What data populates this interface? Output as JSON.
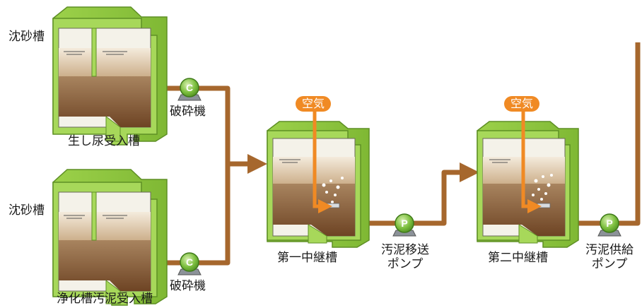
{
  "labels": {
    "sand_tank_1": "沈砂槽",
    "sand_tank_2": "沈砂槽",
    "tank_raw": "生し尿受入槽",
    "tank_septic": "浄化槽汚泥受入槽",
    "crusher_1": "破砕機",
    "crusher_2": "破砕機",
    "relay_1": "第一中継槽",
    "relay_2": "第二中継槽",
    "pump_transfer_l1": "汚泥移送",
    "pump_transfer_l2": "ポンプ",
    "pump_supply_l1": "汚泥供給",
    "pump_supply_l2": "ポンプ",
    "air_1": "空気",
    "air_2": "空気"
  },
  "pump_letters": {
    "crusher": "C",
    "pump": "P"
  },
  "colors": {
    "tank_green": "#9fcf4a",
    "tank_dark_green": "#6ea82c",
    "sludge_brown": "#8a5a32",
    "pipe_brown": "#a6672d",
    "air_orange": "#f08a24",
    "pump_teal": "#5aa46a"
  }
}
